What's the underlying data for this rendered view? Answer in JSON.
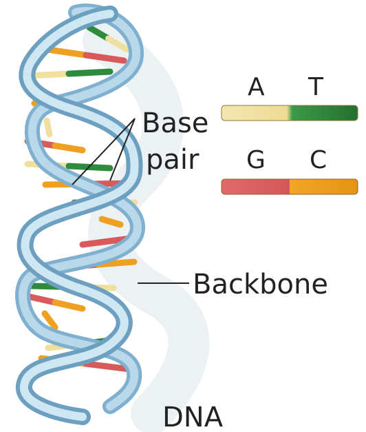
{
  "labels": {
    "base": "Base",
    "pair": "pair",
    "backbone": "Backbone",
    "title": "DNA"
  },
  "legend": [
    {
      "left": "A",
      "right": "T",
      "left_color": "#f0e0a0",
      "right_color": "#2e8b3e"
    },
    {
      "left": "G",
      "right": "C",
      "left_color": "#d95a5a",
      "right_color": "#f0a020"
    }
  ],
  "colors": {
    "backbone_light": "#bcd9ea",
    "backbone_mid": "#8dbcd8",
    "backbone_dark": "#5c93b8",
    "shadow": "#d6dfe6",
    "adenine": "#f0e0a0",
    "thymine": "#2e8b3e",
    "guanine": "#d95a5a",
    "cytosine": "#f0a020"
  }
}
